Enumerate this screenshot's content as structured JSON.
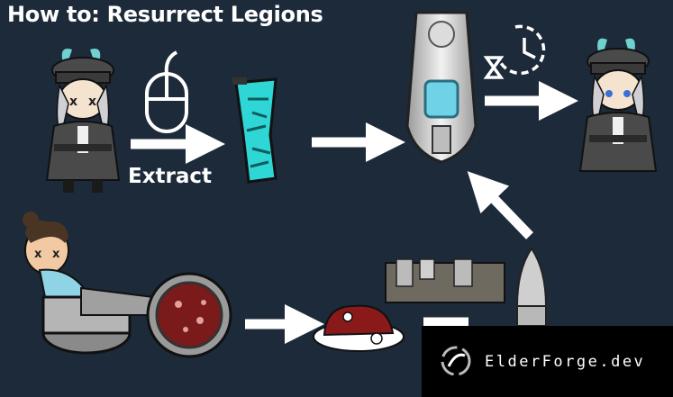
{
  "title": "How to: Resurrect Legions",
  "labels": {
    "extract": "Extract"
  },
  "watermark": {
    "text": "ElderForge.dev"
  },
  "icons": [
    "dead-officer-girl-icon",
    "mouse-icon",
    "arrow-right-icon",
    "data-chip-icon",
    "resurrection-pod-icon",
    "hourglass-clock-icon",
    "revived-officer-girl-icon",
    "dead-colonist-icon",
    "meat-grinder-icon",
    "meat-pile-icon",
    "machine-bench-icon",
    "capsule-icon",
    "arrow-up-left-icon",
    "elderforge-logo-icon"
  ],
  "colors": {
    "background": "#1c2a3a",
    "chip": "#2fd6d6",
    "meat": "#8a1a1a",
    "arrow": "#ffffff"
  }
}
